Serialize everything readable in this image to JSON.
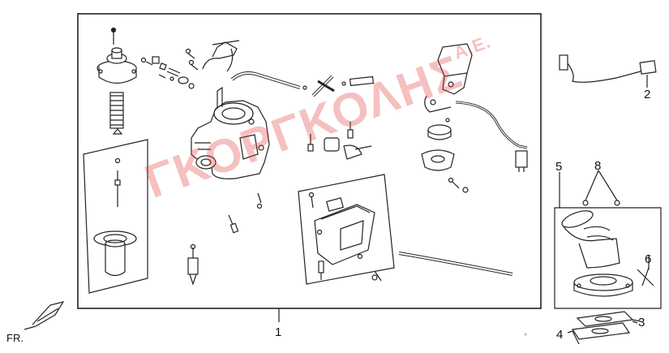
{
  "callouts": {
    "c1": "1",
    "c2": "2",
    "c3": "3",
    "c4": "4",
    "c5": "5",
    "c6": "6",
    "c8": "8"
  },
  "direction_label": "FR.",
  "watermark": {
    "main": "ΓΚΟΡΓΚΟΛΗΣ",
    "suffix": "Α.Ε."
  },
  "colors": {
    "line": "#222222",
    "watermark": "#e13c3c"
  }
}
